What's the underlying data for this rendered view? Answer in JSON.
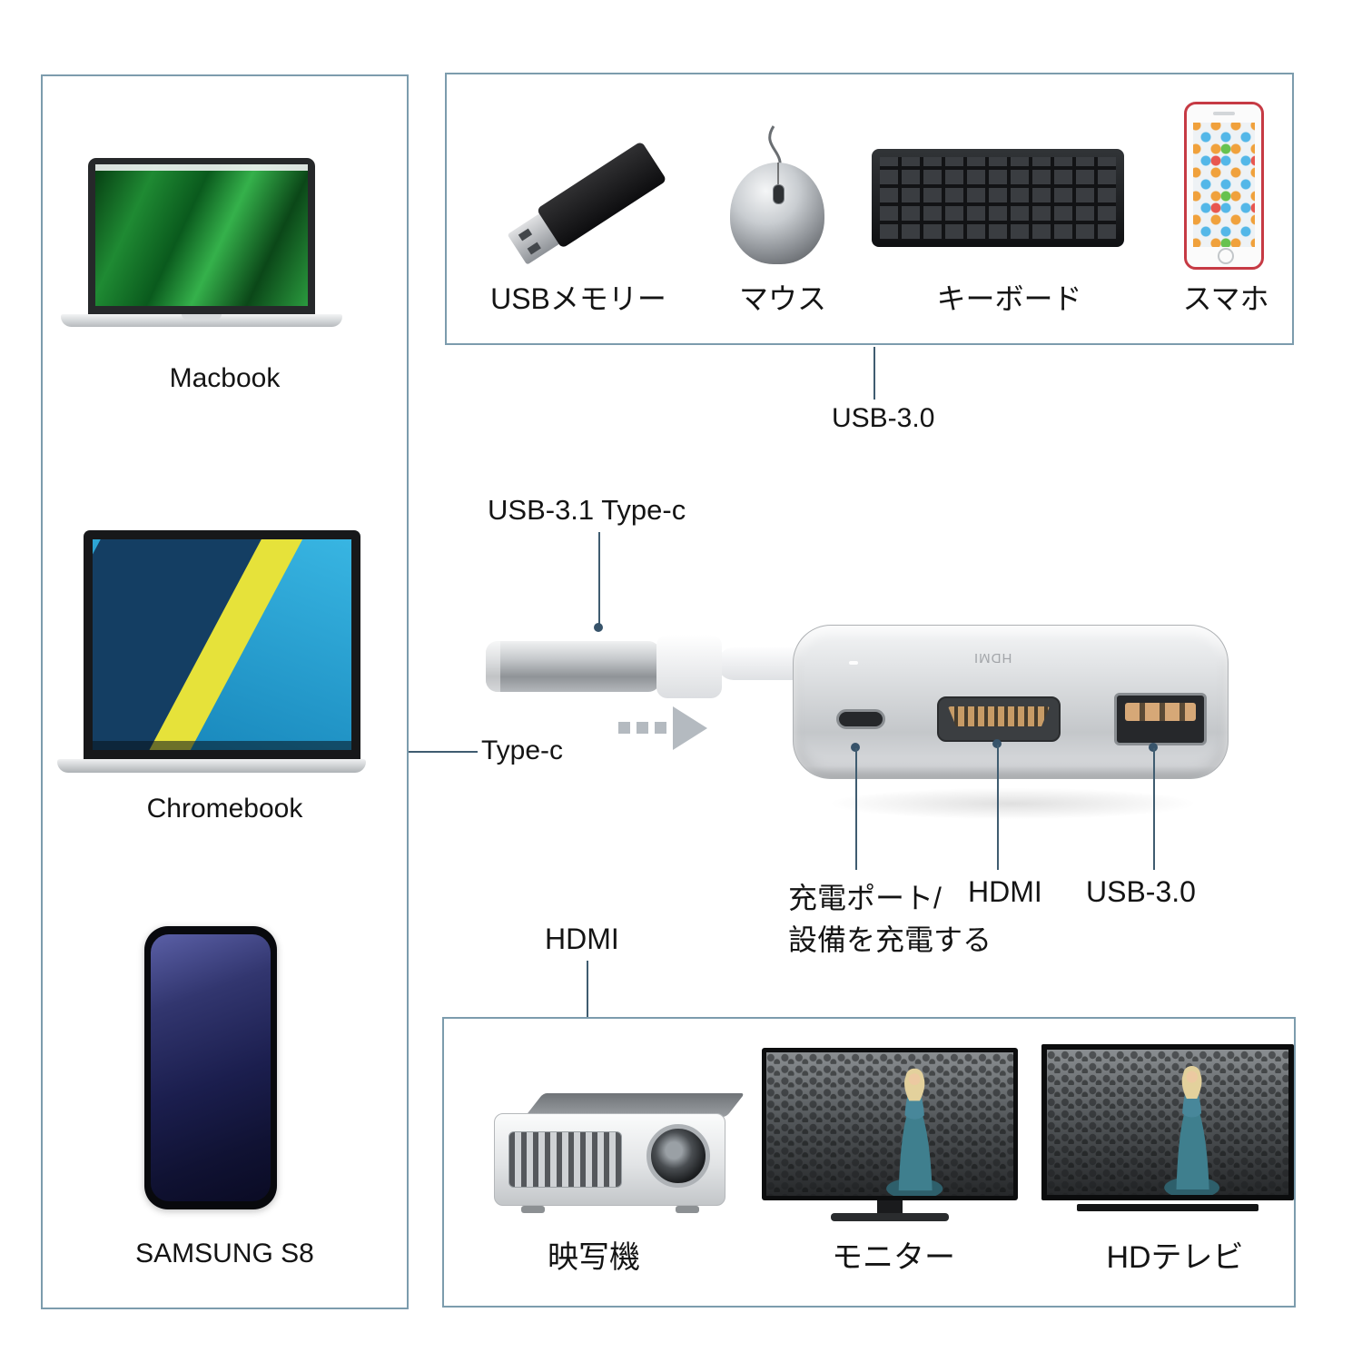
{
  "colors": {
    "panel_border": "#7c9cad",
    "connector_line": "#3f5c70",
    "accent_silver": "#c4c7ca"
  },
  "left_panel": {
    "items": [
      {
        "label": "Macbook"
      },
      {
        "label": "Chromebook"
      },
      {
        "label": "SAMSUNG S8"
      }
    ]
  },
  "top_panel": {
    "connector_label": "USB-3.0",
    "items": [
      {
        "label": "USBメモリー"
      },
      {
        "label": "マウス"
      },
      {
        "label": "キーボード"
      },
      {
        "label": "スマホ"
      }
    ]
  },
  "adapter": {
    "plug_label": "USB-3.1 Type-c",
    "cable_label": "Type-c",
    "ports": {
      "charge_line1": "充電ポート/",
      "charge_line2": "設備を充電する",
      "hdmi": "HDMI",
      "usb": "USB-3.0"
    }
  },
  "bottom_panel": {
    "connector_label": "HDMI",
    "items": [
      {
        "label": "映写機"
      },
      {
        "label": "モニター"
      },
      {
        "label": "HDテレビ"
      }
    ]
  }
}
